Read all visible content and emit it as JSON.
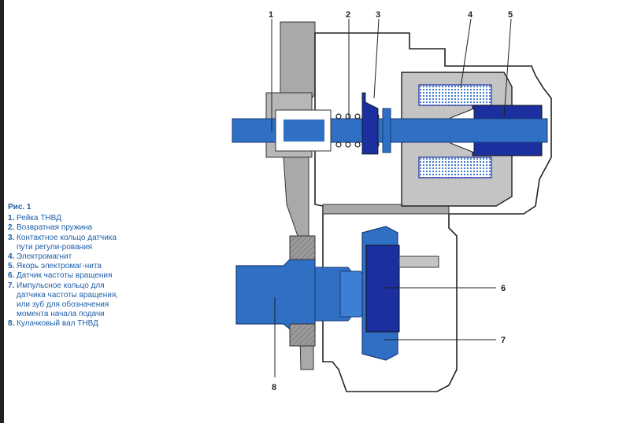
{
  "caption": {
    "title": "Рис. 1",
    "items": [
      {
        "num": "1.",
        "text": "Рейка ТНВД"
      },
      {
        "num": "2.",
        "text": "Возвратная пружина"
      },
      {
        "num": "3.",
        "text": "Контактное кольцо датчика пути регули-рования"
      },
      {
        "num": "4.",
        "text": "Электромагнит"
      },
      {
        "num": "5.",
        "text": "Якорь электромаг-нита"
      },
      {
        "num": "6.",
        "text": "Датчик частоты вращения"
      },
      {
        "num": "7.",
        "text": "Импульсное кольцо для датчика частоты вращения, или зуб для обозначения момента начала подачи"
      },
      {
        "num": "8.",
        "text": "Кулачковый вал ТНВД"
      }
    ]
  },
  "callouts": [
    "1",
    "2",
    "3",
    "4",
    "5",
    "6",
    "7",
    "8"
  ],
  "colors": {
    "part_blue": "#2f6fc4",
    "part_dark_blue": "#1b2f9e",
    "housing_gray": "#a9a9a9",
    "caption_blue": "#1f5fa8"
  }
}
